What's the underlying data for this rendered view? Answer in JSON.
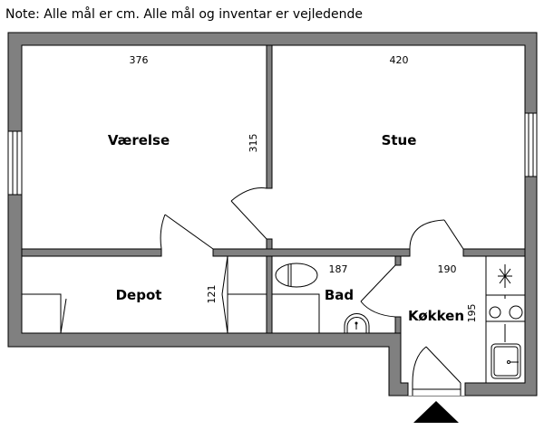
{
  "note": "Note: Alle mål er cm. Alle mål og inventar er vejledende",
  "rooms": {
    "vaerelse": {
      "label": "Værelse",
      "width": "376",
      "depth": "315"
    },
    "stue": {
      "label": "Stue",
      "width": "420"
    },
    "depot": {
      "label": "Depot",
      "depth": "121"
    },
    "bad": {
      "label": "Bad",
      "width": "187"
    },
    "kokken": {
      "label": "Køkken",
      "width": "190",
      "depth": "195"
    }
  },
  "colors": {
    "wall": "#808080",
    "line": "#000000"
  }
}
